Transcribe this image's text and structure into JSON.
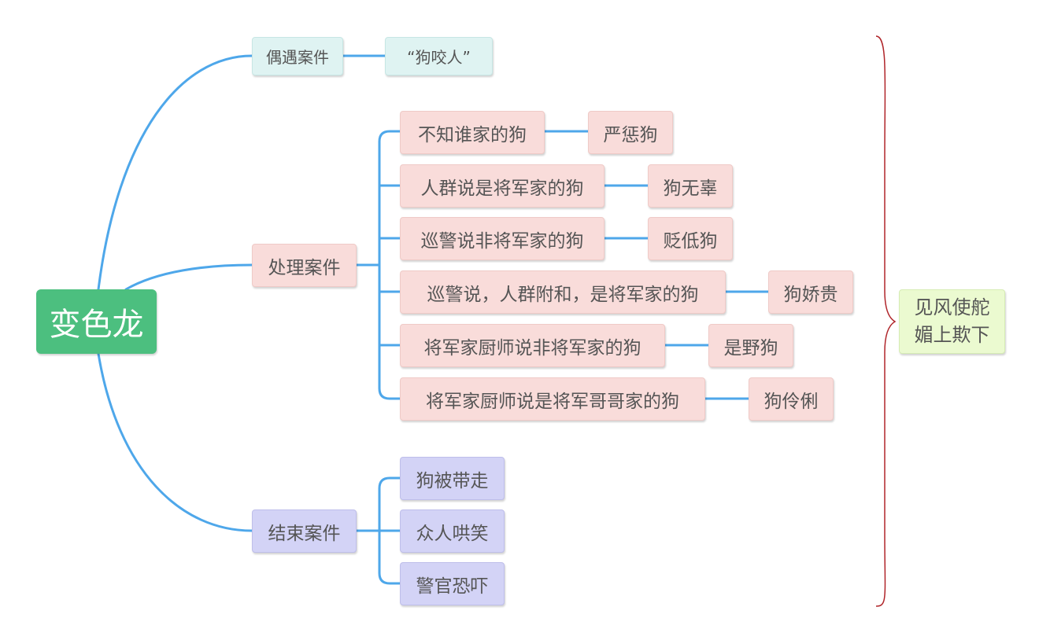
{
  "root": "变色龙",
  "branches": {
    "encounter": {
      "label": "偶遇案件",
      "child": "“狗咬人”"
    },
    "handle": {
      "label": "处理案件",
      "rows": [
        {
          "situation": "不知谁家的狗",
          "attitude": "严惩狗"
        },
        {
          "situation": "人群说是将军家的狗",
          "attitude": "狗无辜"
        },
        {
          "situation": "巡警说非将军家的狗",
          "attitude": "贬低狗"
        },
        {
          "situation": "巡警说，人群附和，是将军家的狗",
          "attitude": "狗娇贵"
        },
        {
          "situation": "将军家厨师说非将军家的狗",
          "attitude": "是野狗"
        },
        {
          "situation": "将军家厨师说是将军哥哥家的狗",
          "attitude": "狗伶俐"
        }
      ]
    },
    "end": {
      "label": "结束案件",
      "items": [
        "狗被带走",
        "众人哄笑",
        "警官恐吓"
      ]
    }
  },
  "summary": {
    "line1": "见风使舵",
    "line2": "媚上欺下"
  },
  "colors": {
    "connector": "#4ea7ea",
    "root": "#4cbf7f",
    "encounter": "#dff3f2",
    "handle": "#f9dcda",
    "end": "#d3d3f6",
    "summary": "#ebfad0",
    "brace": "#b0252a"
  }
}
